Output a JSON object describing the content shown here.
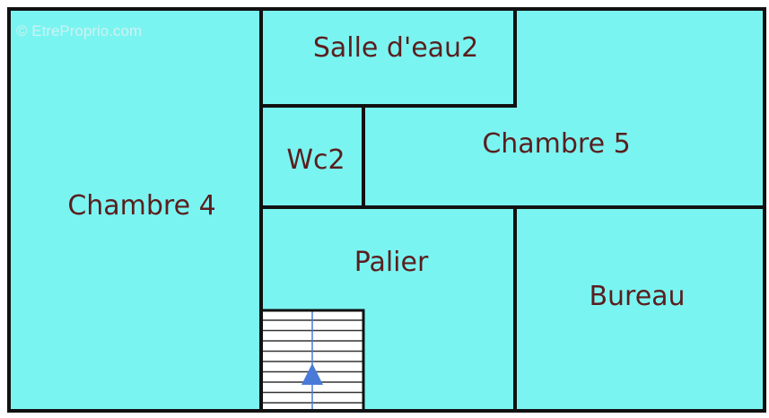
{
  "colors": {
    "room_fill": "#7af4f1",
    "wall": "#111111",
    "label": "#5a1e1e",
    "stair_line": "#333333",
    "arrow": "#4a7ad8"
  },
  "watermark": "© EtreProprio.com",
  "rooms": {
    "chambre4": "Chambre 4",
    "salle_deau2": "Salle d'eau2",
    "wc2": "Wc2",
    "chambre5": "Chambre 5",
    "palier": "Palier",
    "bureau": "Bureau"
  },
  "stairs": {
    "direction": "up",
    "icon": "arrow-up-icon"
  }
}
